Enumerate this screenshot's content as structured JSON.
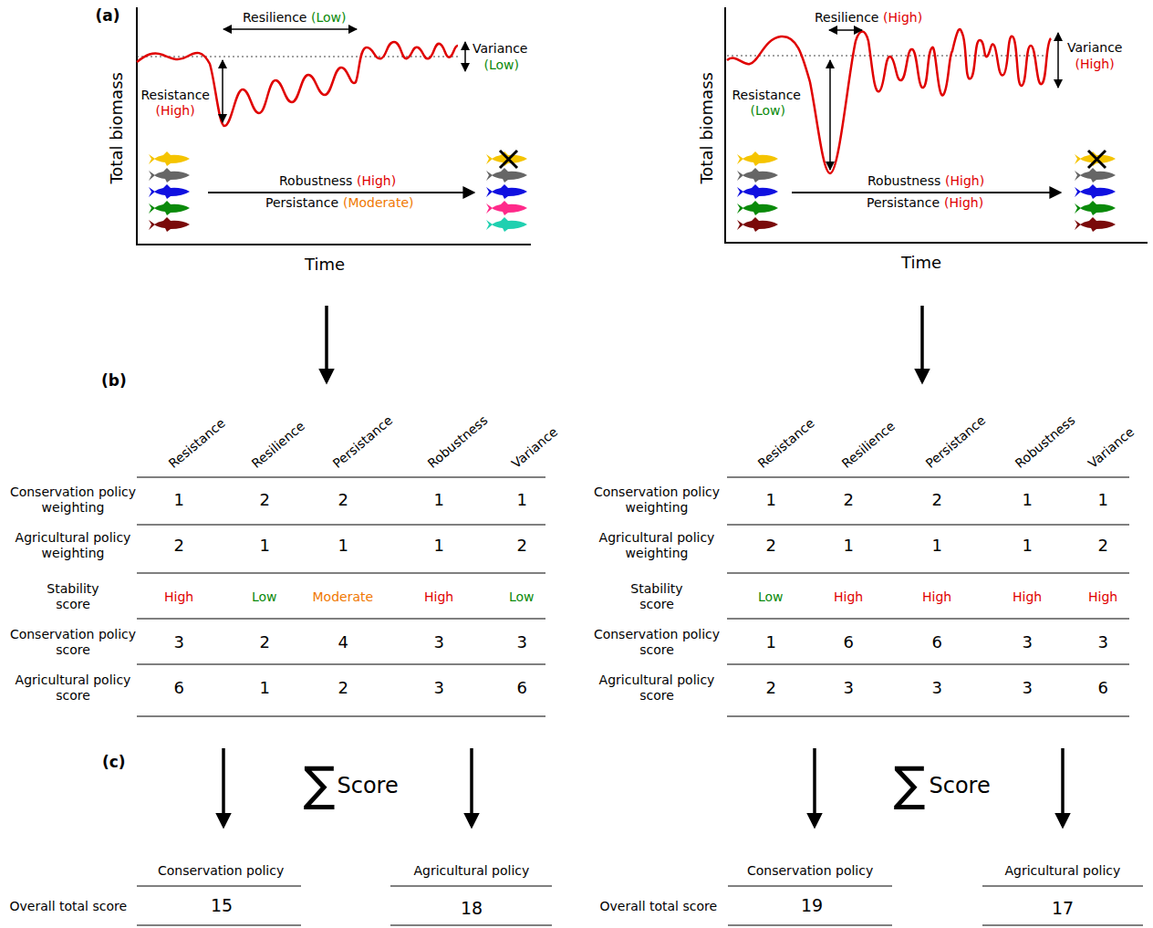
{
  "diagram": {
    "labels": [
      "(a)",
      "Resilience",
      "(Low)",
      "Variance",
      "(Low)",
      "Resistance",
      "(High)",
      "Total biomass",
      "Robustness",
      "(High)",
      "Persistance",
      "(Moderate)",
      "Time",
      "Resilience",
      "(High)",
      "Variance",
      "(High)",
      "Resistance",
      "(Low)",
      "Total biomass",
      "Robustness",
      "(High)",
      "Persistance",
      "(High)",
      "Time",
      "(b)",
      "Resistance",
      "Resilience",
      "Persistance",
      "Robustness",
      "Variance",
      "Resistance",
      "Resilience",
      "Persistance",
      "Robustness",
      "Variance",
      "Conservation policy weighting",
      "1",
      "2",
      "2",
      "1",
      "1",
      "Agricultural policy weighting",
      "2",
      "1",
      "1",
      "1",
      "2",
      "Stability score",
      "High",
      "Low",
      "Moderate",
      "High",
      "Low",
      "Conservation policy score",
      "3",
      "2",
      "4",
      "3",
      "3",
      "Agricultural policy score",
      "6",
      "1",
      "2",
      "3",
      "6",
      "Conservation policy weighting",
      "1",
      "2",
      "2",
      "1",
      "1",
      "Agricultural policy weighting",
      "2",
      "1",
      "1",
      "1",
      "2",
      "Stability score",
      "Low",
      "High",
      "High",
      "High",
      "High",
      "Conservation policy score",
      "1",
      "6",
      "6",
      "3",
      "3",
      "Agricultural policy score",
      "2",
      "3",
      "3",
      "3",
      "6",
      "(c)",
      "∑",
      "Score",
      "∑",
      "Score",
      "Conservation policy",
      "Agricultural policy",
      "Overall total score",
      "15",
      "18",
      "Conservation policy",
      "Agricultural policy",
      "Overall total score",
      "19",
      "17"
    ]
  }
}
